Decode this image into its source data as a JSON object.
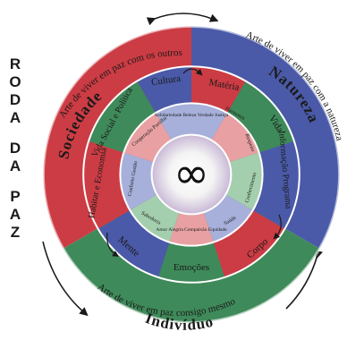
{
  "side_title": [
    "R",
    "O",
    "D",
    "A",
    "",
    "D",
    "A",
    "",
    "P",
    "A",
    "Z"
  ],
  "arc_texts": {
    "top_left": "Arte de viver em paz com os outros",
    "top_right": "Arte de viver em paz com a natureza",
    "bottom": "Arte de viver em paz consigo mesmo"
  },
  "domains": {
    "sociedade": "Sociedade",
    "natureza": "Natureza",
    "individuo": "Indivíduo"
  },
  "outer_segments": {
    "cultura": "Cultura",
    "materia": "Matéria",
    "vida": "Vida",
    "informacao": "Informação Programa",
    "corpo": "Corpo",
    "emocoes": "Emoções",
    "mente": "Mente",
    "habitar": "Habitar e Economia",
    "vida_social": "Vida Social e Política"
  },
  "inner_segments": {
    "solidariedade": "Solidariedade Beleza Verdade Justiça",
    "harmonia": "Harmonia",
    "respeito": "Respeito",
    "conhecimento": "Conhecimento",
    "saude": "Saúde",
    "amor": "Amor Alegria Compaixão Equidade",
    "sabedoria": "Sabedoria",
    "conforto": "Conforto Gestão",
    "cooperacao": "Cooperação Partilha"
  },
  "center_symbol": "∞",
  "colors": {
    "red": "#cc3c44",
    "blue": "#4a5aa8",
    "green": "#3f8a5a",
    "light_red": "#e8a0a2",
    "light_blue": "#a7b0da",
    "light_green": "#a4cfae"
  }
}
